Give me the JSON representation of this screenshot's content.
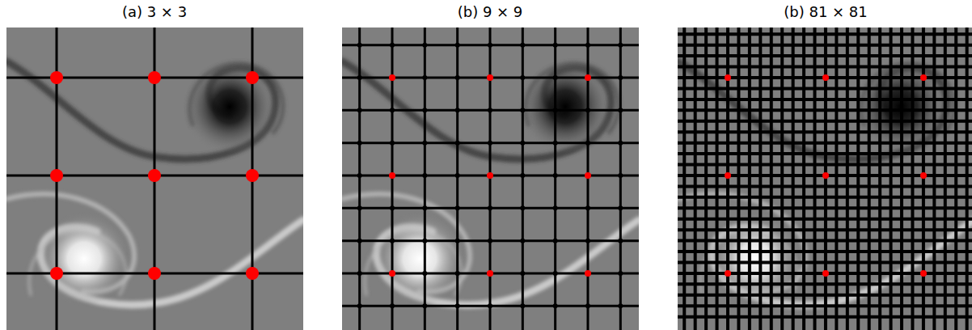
{
  "diagram": {
    "labels": [
      "(a) 3 × 3",
      "(b) 9 × 9",
      "(b) 81 × 81"
    ]
  }
}
